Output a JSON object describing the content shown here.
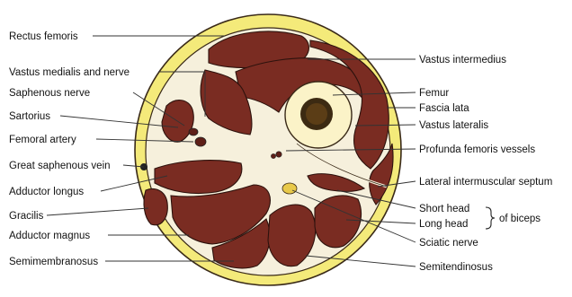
{
  "colors": {
    "background": "#ffffff",
    "fat": "#f4ea7a",
    "fascia": "#f6f0dc",
    "muscle": "#7a2c22",
    "muscle_dark": "#5e1f17",
    "bone_shell": "#fbf3c8",
    "marrow": "#3c2a12",
    "vessel": "#5e1f17",
    "outline": "#3a2a18",
    "leader": "#333333"
  },
  "labels_left": [
    {
      "id": "rectus-femoris",
      "text": "Rectus femoris"
    },
    {
      "id": "vastus-medialis-and-nerve",
      "text": "Vastus medialis and nerve"
    },
    {
      "id": "saphenous-nerve",
      "text": "Saphenous nerve"
    },
    {
      "id": "sartorius",
      "text": "Sartorius"
    },
    {
      "id": "femoral-artery",
      "text": "Femoral artery"
    },
    {
      "id": "great-saphenous-vein",
      "text": "Great saphenous vein"
    },
    {
      "id": "adductor-longus",
      "text": "Adductor longus"
    },
    {
      "id": "gracilis",
      "text": "Gracilis"
    },
    {
      "id": "adductor-magnus",
      "text": "Adductor magnus"
    },
    {
      "id": "semimembranosus",
      "text": "Semimembranosus"
    }
  ],
  "labels_right": [
    {
      "id": "vastus-intermedius",
      "text": "Vastus intermedius"
    },
    {
      "id": "femur",
      "text": "Femur"
    },
    {
      "id": "fascia-lata",
      "text": "Fascia lata"
    },
    {
      "id": "vastus-lateralis",
      "text": "Vastus lateralis"
    },
    {
      "id": "profunda-femoris-vessels",
      "text": "Profunda femoris vessels"
    },
    {
      "id": "lateral-intermuscular-septum",
      "text": "Lateral intermuscular septum"
    },
    {
      "id": "short-head",
      "text": "Short head"
    },
    {
      "id": "long-head",
      "text": "Long head"
    },
    {
      "id": "sciatic-nerve",
      "text": "Sciatic nerve"
    },
    {
      "id": "semitendinosus",
      "text": "Semitendinosus"
    }
  ],
  "brace_label": "of biceps"
}
